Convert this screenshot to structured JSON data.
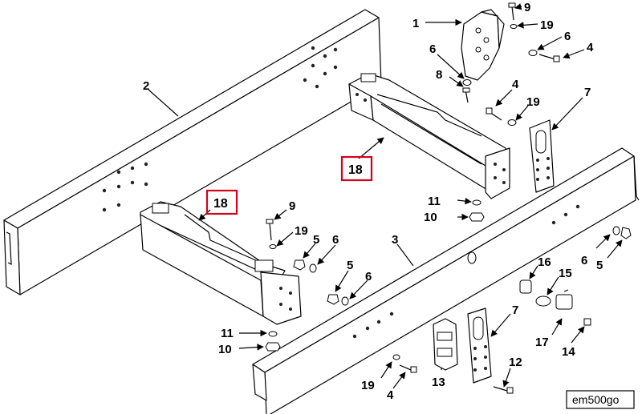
{
  "figure_id": "em500go",
  "callouts": [
    "1",
    "2",
    "3",
    "4",
    "5",
    "6",
    "7",
    "8",
    "9",
    "10",
    "11",
    "12",
    "13",
    "14",
    "15",
    "16",
    "17",
    "18",
    "19"
  ],
  "highlighted_labels": [
    "18",
    "18"
  ],
  "highlight_color": "#d0021b"
}
